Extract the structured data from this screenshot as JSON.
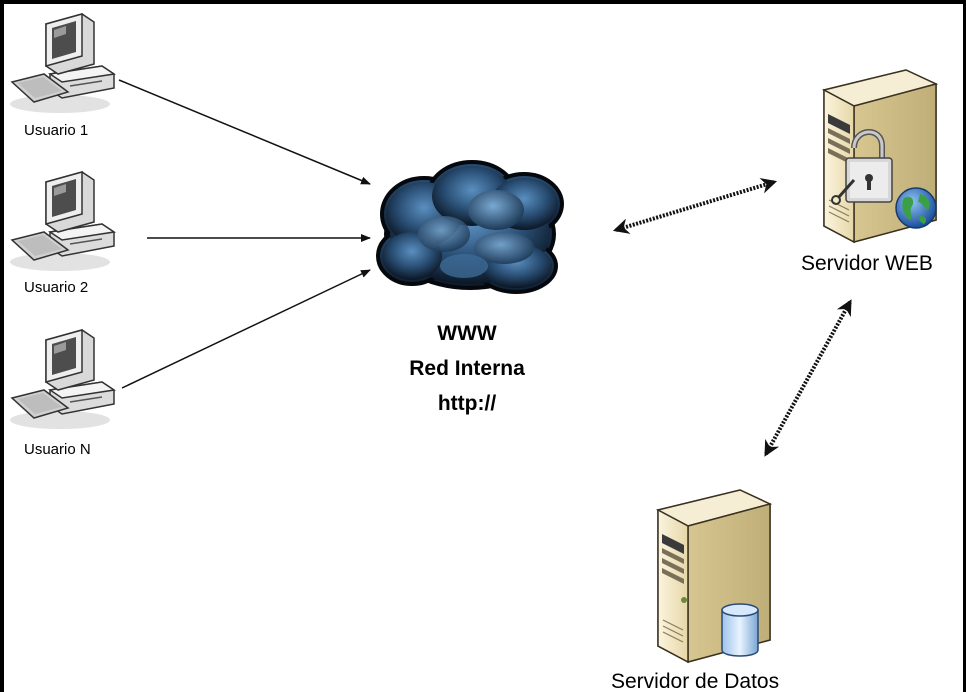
{
  "users": [
    {
      "label": "Usuario 1"
    },
    {
      "label": "Usuario 2"
    },
    {
      "label": "Usuario N"
    }
  ],
  "network": {
    "line1": "WWW",
    "line2": "Red Interna",
    "line3": "http://"
  },
  "servers": {
    "web": {
      "label": "Servidor WEB"
    },
    "data": {
      "label": "Servidor de Datos"
    }
  },
  "colors": {
    "border": "#000000",
    "arrow": "#1a1a1a",
    "cloud_dark": "#0d1a2a",
    "cloud_light": "#4f85b3",
    "server_body": "#f1e6c3",
    "globe": "#2a66b8"
  },
  "icons": [
    "desktop-computer-icon",
    "cloud-icon",
    "web-server-lock-icon",
    "database-server-icon"
  ]
}
